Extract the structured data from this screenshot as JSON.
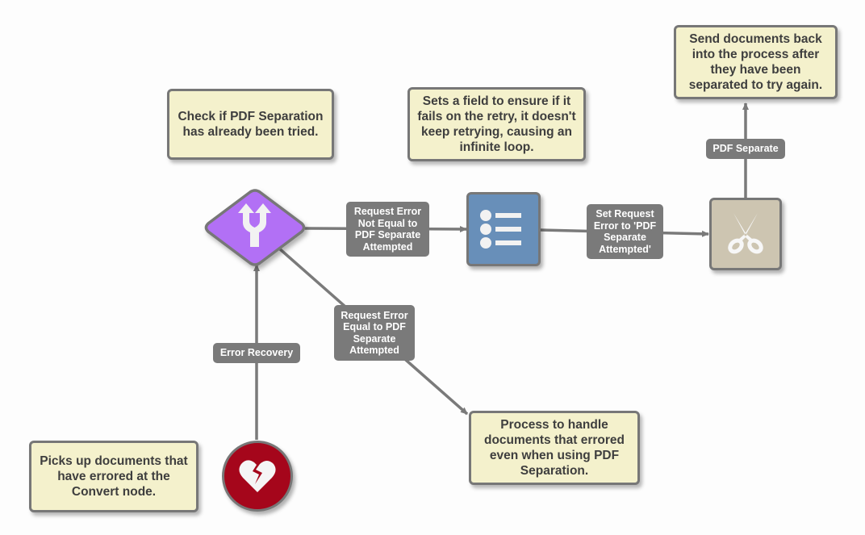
{
  "diagram": {
    "notes": {
      "check_separation": "Check if PDF Separation has already been tried.",
      "sets_field": "Sets a field to ensure if it fails on the retry, it doesn't keep retrying, causing an infinite loop.",
      "send_back": "Send documents back into the process after they have been separated to try again.",
      "handle_errors": "Process to handle documents that errored even when using PDF Separation.",
      "picks_up": "Picks up documents that have errored at the Convert node."
    },
    "edge_labels": {
      "not_equal": "Request Error Not Equal to PDF Separate Attempted",
      "equal": "Request Error Equal to PDF Separate Attempted",
      "set_request_error": "Set Request Error to 'PDF Separate Attempted'",
      "pdf_separate": "PDF Separate",
      "error_recovery": "Error Recovery"
    },
    "nodes": {
      "decision": {
        "icon": "fork-arrows-icon",
        "color": "#b26ff5"
      },
      "set_field": {
        "icon": "list-icon",
        "color": "#688fb9"
      },
      "pdf_separate": {
        "icon": "scissors-icon",
        "color": "#cdc5b1"
      },
      "error_start": {
        "icon": "broken-heart-icon",
        "color": "#a5061b"
      }
    },
    "colors": {
      "note_fill": "#f4f1cc",
      "border": "#777777",
      "connector": "#7a7a7a",
      "label_fill": "#7a7a7a"
    }
  }
}
